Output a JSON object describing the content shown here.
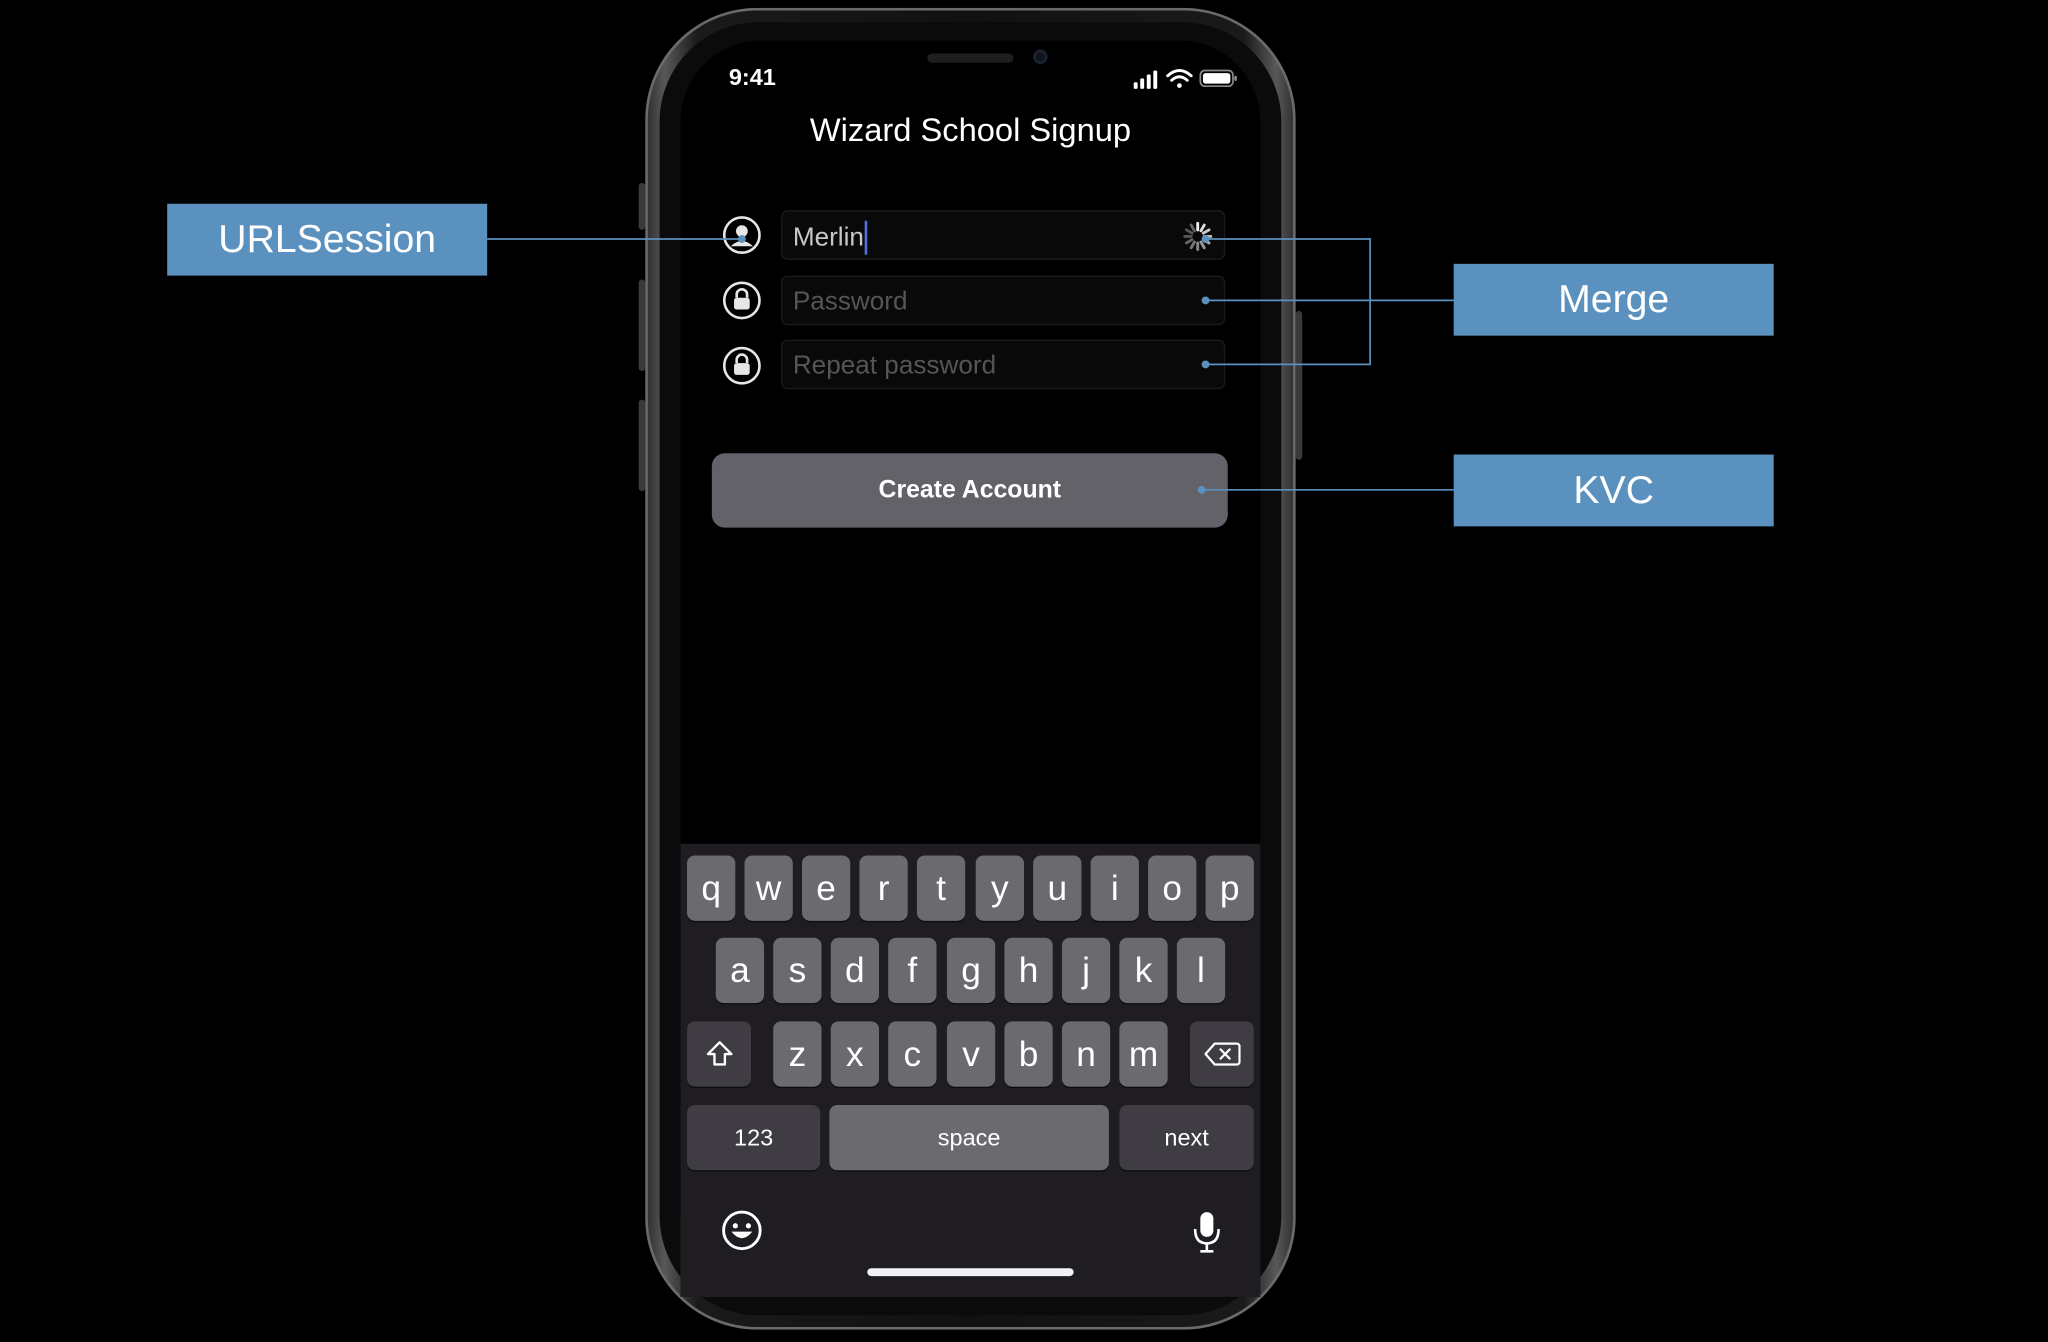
{
  "status_bar": {
    "time": "9:41"
  },
  "app": {
    "title": "Wizard School Signup"
  },
  "form": {
    "username": {
      "value": "Merlin",
      "placeholder": ""
    },
    "password": {
      "placeholder": "Password"
    },
    "repeat_password": {
      "placeholder": "Repeat password"
    },
    "create_button": "Create Account"
  },
  "keyboard": {
    "row1": [
      "q",
      "w",
      "e",
      "r",
      "t",
      "y",
      "u",
      "i",
      "o",
      "p"
    ],
    "row2": [
      "a",
      "s",
      "d",
      "f",
      "g",
      "h",
      "j",
      "k",
      "l"
    ],
    "row3": [
      "z",
      "x",
      "c",
      "v",
      "b",
      "n",
      "m"
    ],
    "numbers_key": "123",
    "space_key": "space",
    "next_key": "next"
  },
  "callouts": {
    "urlsession": "URLSession",
    "merge": "Merge",
    "kvc": "KVC"
  },
  "colors": {
    "callout_bg": "#5b91bf",
    "connector_line": "#5b91bf",
    "button_bg": "#636268",
    "caret": "#4d6de0"
  }
}
